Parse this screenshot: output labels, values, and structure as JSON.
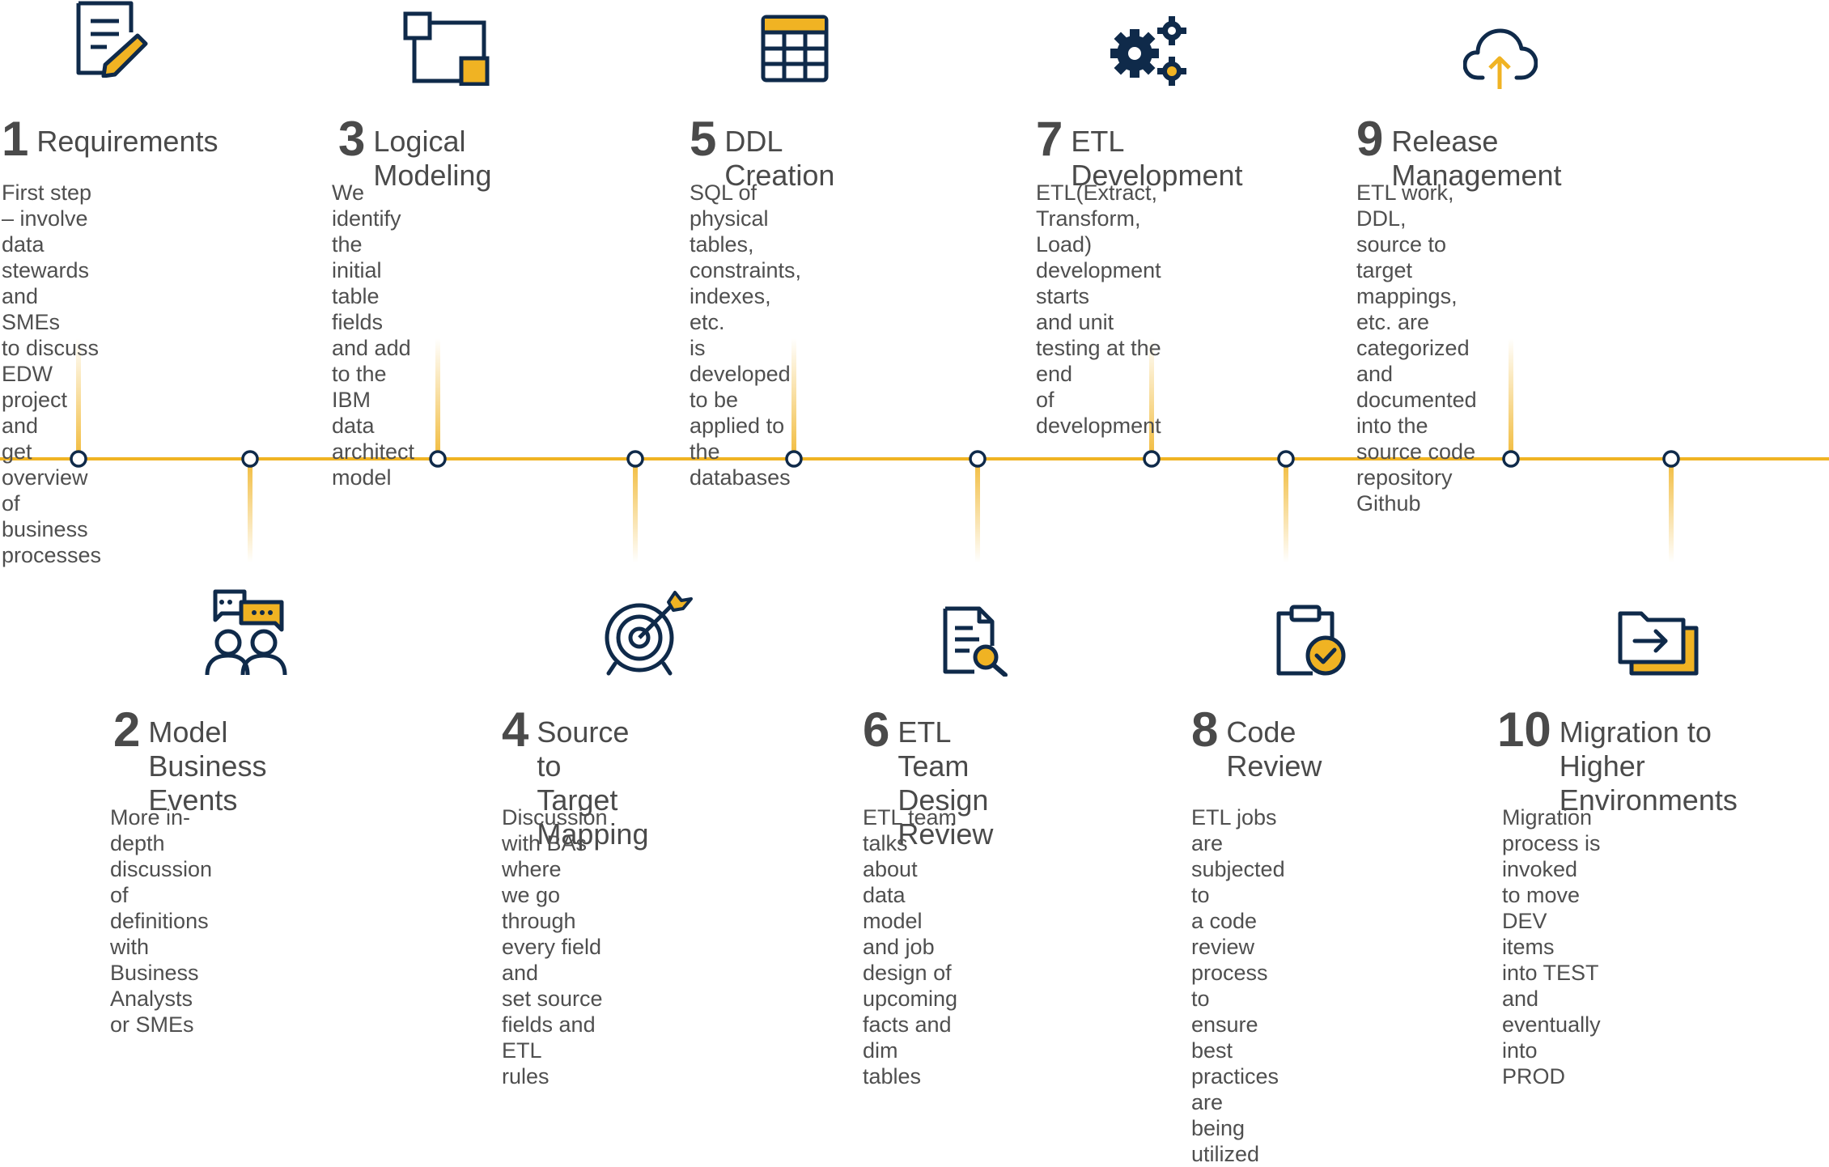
{
  "colors": {
    "navy": "#0f2a4a",
    "gold": "#f0b323",
    "line": "#f0b323",
    "text": "#4d4d4d"
  },
  "steps": [
    {
      "number": "1",
      "title": "Requirements",
      "icon": "document-edit-icon",
      "description": "First step – involve data\nstewards and SMEs\nto discuss EDW project and\nget overview of business\nprocesses"
    },
    {
      "number": "2",
      "title": "Model Business\nEvents",
      "icon": "people-chat-icon",
      "description": "More in-depth discussion of\ndefinitions with Business\nAnalysts or SMEs"
    },
    {
      "number": "3",
      "title": "Logical Modeling",
      "icon": "linked-boxes-icon",
      "description": "We identify the initial table\nfields and add to the IBM data\narchitect model"
    },
    {
      "number": "4",
      "title": "Source to Target\nMapping",
      "icon": "target-arrow-icon",
      "description": "Discussion with BAs where\nwe go through every field and\nset source fields and ETL\nrules"
    },
    {
      "number": "5",
      "title": "DDL Creation",
      "icon": "table-grid-icon",
      "description": "SQL of physical tables,\nconstraints, indexes, etc.\nis developed to be\napplied to the databases"
    },
    {
      "number": "6",
      "title": "ETL Team Design\nReview",
      "icon": "document-search-icon",
      "description": "ETL team talks about data\nmodel and job design of\nupcoming facts and dim\ntables"
    },
    {
      "number": "7",
      "title": "ETL Development",
      "icon": "gears-icon",
      "description": "ETL(Extract, Transform,\nLoad) development starts\nand unit testing at the end\nof development"
    },
    {
      "number": "8",
      "title": "Code Review",
      "icon": "clipboard-check-icon",
      "description": "ETL jobs are subjected to\na code review process to\nensure best practices are\nbeing utilized"
    },
    {
      "number": "9",
      "title": "Release Management",
      "icon": "cloud-upload-icon",
      "description": "ETL work, DDL, source to target\nmappings, etc. are categorized\nand documented into the\nsource code repository Github"
    },
    {
      "number": "10",
      "title": "Migration to Higher\nEnvironments",
      "icon": "folder-move-icon",
      "description": "Migration process is\ninvoked to move DEV items\ninto TEST and eventually\ninto PROD"
    }
  ]
}
